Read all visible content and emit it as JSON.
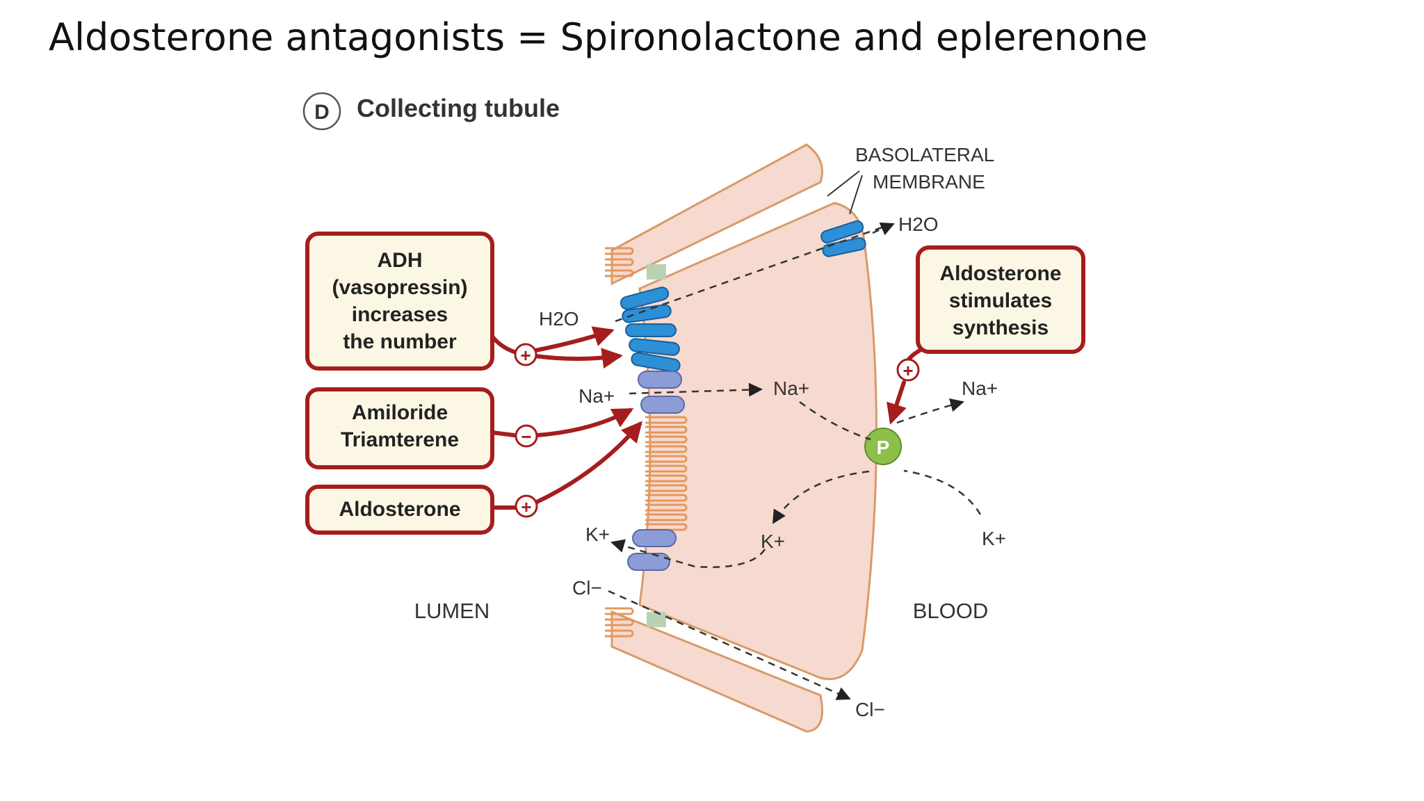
{
  "slide": {
    "title": "Aldosterone antagonists  = Spironolactone and eplerenone"
  },
  "diagram": {
    "panel_letter": "D",
    "panel_title": "Collecting tubule",
    "basolateral_label": [
      "BASOLATERAL",
      "MEMBRANE"
    ],
    "lumen_label": "LUMEN",
    "blood_label": "BLOOD",
    "pump_label": "P",
    "boxes": {
      "adh": [
        "ADH",
        "(vasopressin)",
        "increases",
        "the number"
      ],
      "amiloride": [
        "Amiloride",
        "Triamterene"
      ],
      "aldosterone_left": [
        "Aldosterone"
      ],
      "aldosterone_right": [
        "Aldosterone",
        "stimulates",
        "synthesis"
      ]
    },
    "signs": {
      "adh": "+",
      "amiloride": "−",
      "aldosterone_left": "+",
      "aldosterone_right": "+"
    },
    "ions": {
      "h2o_lumen": "H2O",
      "h2o_blood": "H2O",
      "na_lumen": "Na+",
      "na_cell": "Na+",
      "na_blood": "Na+",
      "k_lumen": "K+",
      "k_cell": "K+",
      "k_blood": "K+",
      "cl_lumen": "Cl−",
      "cl_blood": "Cl−"
    },
    "colors": {
      "box_border": "#a51d1d",
      "box_fill": "#fcf7e4",
      "arrow": "#a51d1d",
      "cell_fill": "#f6d9cf",
      "cell_border": "#d99a68",
      "aquaporin": "#2d8fd6",
      "channel": "#8c9cd6",
      "pump": "#8cc04a",
      "microvilli": "#e6975a"
    }
  }
}
